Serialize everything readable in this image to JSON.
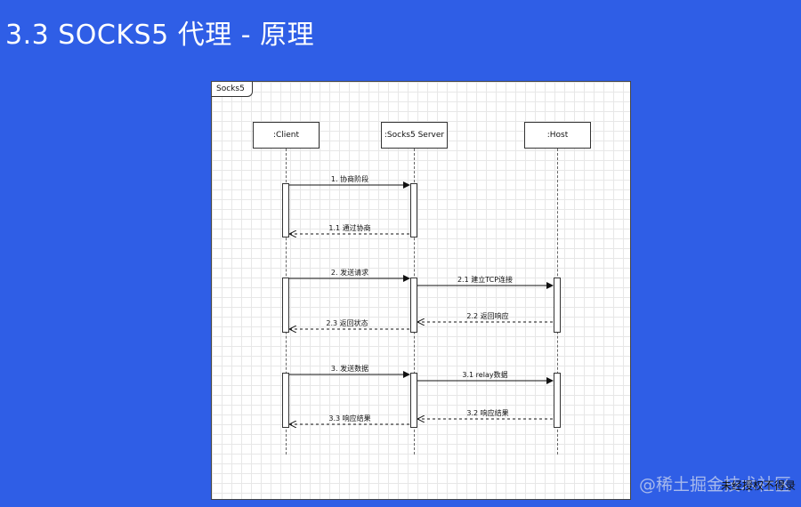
{
  "slide": {
    "title": "3.3 SOCKS5 代理 - 原理"
  },
  "diagram": {
    "frame_label": "Socks5",
    "participants": [
      {
        "name": ":Client"
      },
      {
        "name": ":Socks5 Server"
      },
      {
        "name": ":Host"
      }
    ],
    "messages": [
      {
        "label": "1. 协商阶段",
        "from": 0,
        "to": 1,
        "style": "solid"
      },
      {
        "label": "1.1 通过协商",
        "from": 1,
        "to": 0,
        "style": "dashed"
      },
      {
        "label": "2. 发送请求",
        "from": 0,
        "to": 1,
        "style": "solid"
      },
      {
        "label": "2.1 建立TCP连接",
        "from": 1,
        "to": 2,
        "style": "solid"
      },
      {
        "label": "2.2 返回响应",
        "from": 2,
        "to": 1,
        "style": "dashed"
      },
      {
        "label": "2.3 返回状态",
        "from": 1,
        "to": 0,
        "style": "dashed"
      },
      {
        "label": "3. 发送数据",
        "from": 0,
        "to": 1,
        "style": "solid"
      },
      {
        "label": "3.1 relay数据",
        "from": 1,
        "to": 2,
        "style": "solid"
      },
      {
        "label": "3.2 响应结果",
        "from": 2,
        "to": 1,
        "style": "dashed"
      },
      {
        "label": "3.3 响应结果",
        "from": 1,
        "to": 0,
        "style": "dashed"
      }
    ]
  },
  "watermark": {
    "text": "@稀土掘金技术社区",
    "overlay_text": "未经授权不得录"
  }
}
